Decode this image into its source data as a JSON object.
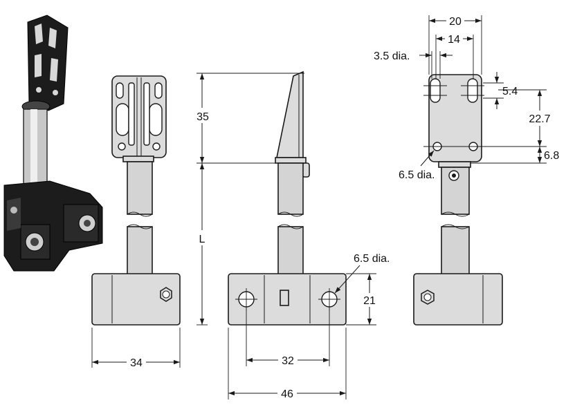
{
  "dimensions": {
    "d35": "35",
    "dL": "L",
    "d34": "34",
    "d32": "32",
    "d46": "46",
    "d21": "21",
    "d20": "20",
    "d14": "14",
    "d5_4": "5.4",
    "d22_7": "22.7",
    "d6_8": "6.8",
    "hole_3_5": "3.5 dia.",
    "hole_6_5_top": "6.5 dia.",
    "hole_6_5_base": "6.5 dia."
  },
  "colors": {
    "part_fill": "#dcdcdc",
    "line": "#1a1a1a",
    "photo_dark": "#1c1c1c"
  }
}
